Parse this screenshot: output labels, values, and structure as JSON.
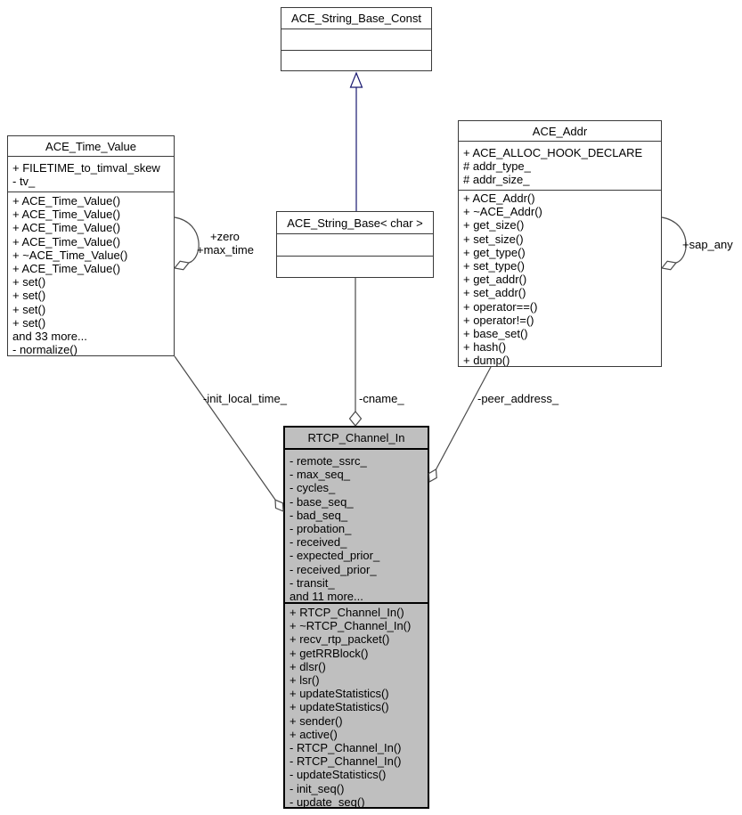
{
  "colors": {
    "highlight_node_fill": "#bfbfbf",
    "node_fill": "#ffffff",
    "inheritance_edge": "#191970",
    "usage_edge": "#4a4a4a"
  },
  "classes": {
    "string_base_const": {
      "title": "ACE_String_Base_Const",
      "attributes": [],
      "methods": []
    },
    "time_value": {
      "title": "ACE_Time_Value",
      "attributes": [
        "+ FILETIME_to_timval_skew",
        "- tv_"
      ],
      "methods": [
        "+ ACE_Time_Value()",
        "+ ACE_Time_Value()",
        "+ ACE_Time_Value()",
        "+ ACE_Time_Value()",
        "+ ~ACE_Time_Value()",
        "+ ACE_Time_Value()",
        "+ set()",
        "+ set()",
        "+ set()",
        "+ set()",
        "and 33 more...",
        "- normalize()"
      ]
    },
    "addr": {
      "title": "ACE_Addr",
      "attributes": [
        "+ ACE_ALLOC_HOOK_DECLARE",
        "# addr_type_",
        "# addr_size_"
      ],
      "methods": [
        "+ ACE_Addr()",
        "+ ~ACE_Addr()",
        "+ get_size()",
        "+ set_size()",
        "+ get_type()",
        "+ set_type()",
        "+ get_addr()",
        "+ set_addr()",
        "+ operator==()",
        "+ operator!=()",
        "+ base_set()",
        "+ hash()",
        "+ dump()"
      ]
    },
    "string_base_char": {
      "title": "ACE_String_Base< char >",
      "attributes": [],
      "methods": []
    },
    "rtcp_channel_in": {
      "title": "RTCP_Channel_In",
      "attributes": [
        "- remote_ssrc_",
        "- max_seq_",
        "- cycles_",
        "- base_seq_",
        "- bad_seq_",
        "- probation_",
        "- received_",
        "- expected_prior_",
        "- received_prior_",
        "- transit_",
        "and 11 more..."
      ],
      "methods": [
        "+ RTCP_Channel_In()",
        "+ ~RTCP_Channel_In()",
        "+ recv_rtp_packet()",
        "+ getRRBlock()",
        "+ dlsr()",
        "+ lsr()",
        "+ updateStatistics()",
        "+ updateStatistics()",
        "+ sender()",
        "+ active()",
        "- RTCP_Channel_In()",
        "- RTCP_Channel_In()",
        "- updateStatistics()",
        "- init_seq()",
        "- update_seq()"
      ]
    }
  },
  "edge_labels": {
    "zero": "+zero",
    "max_time": "+max_time",
    "sap_any": "+sap_any",
    "init_local_time": "-init_local_time_",
    "cname": "-cname_",
    "peer_address": "-peer_address_"
  }
}
